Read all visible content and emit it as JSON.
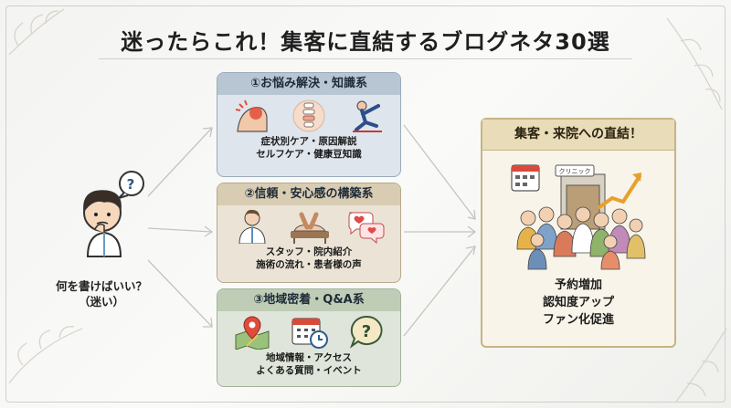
{
  "title": "迷ったらこれ！集客に直結するブログネタ30選",
  "left": {
    "caption_line1": "何を書けばいい？",
    "caption_line2": "（迷い）",
    "bubble_symbol": "?"
  },
  "cards": [
    {
      "heading": "①お悩み解決・知識系",
      "line1": "症状別ケア・原因解説",
      "line2": "セルフケア・健康豆知識",
      "icons": [
        "shoulder-pain-icon",
        "spine-icon",
        "stretching-person-icon"
      ]
    },
    {
      "heading": "②信頼・安心感の構築系",
      "line1": "スタッフ・院内紹介",
      "line2": "施術の流れ・患者様の声",
      "icons": [
        "staff-person-icon",
        "treatment-hands-icon",
        "heart-speech-bubbles-icon"
      ]
    },
    {
      "heading": "③地域密着・Q&A系",
      "line1": "地域情報・アクセス",
      "line2": "よくある質問・イベント",
      "icons": [
        "map-pin-icon",
        "calendar-clock-icon",
        "question-bubble-icon"
      ]
    }
  ],
  "result": {
    "heading": "集客・来院への直結！",
    "sign": "クリニック",
    "items": [
      "予約増加",
      "認知度アップ",
      "ファン化促進"
    ]
  },
  "colors": {
    "card1_head": "#b8c6d4",
    "card2_head": "#d8ccb2",
    "card3_head": "#bfcdb6",
    "result_head": "#e9dcb8"
  }
}
